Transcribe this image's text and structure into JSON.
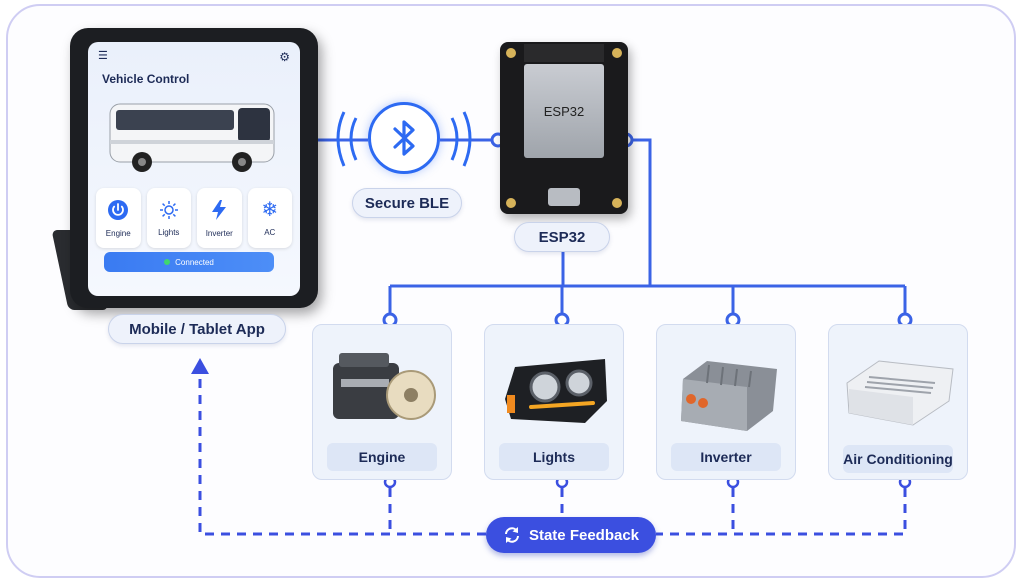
{
  "app": {
    "title": "Vehicle Control",
    "controls": [
      {
        "label": "Engine",
        "icon": "power-icon"
      },
      {
        "label": "Lights",
        "icon": "sun-icon"
      },
      {
        "label": "Inverter",
        "icon": "lightning-icon"
      },
      {
        "label": "AC",
        "icon": "snowflake-icon"
      }
    ],
    "status": "Connected"
  },
  "labels": {
    "app_caption": "Mobile / Tablet App",
    "link": "Secure BLE",
    "mcu": "ESP32",
    "mcu_chip": "ESP32"
  },
  "devices": [
    {
      "label": "Engine"
    },
    {
      "label": "Lights"
    },
    {
      "label": "Inverter"
    },
    {
      "label": "Air Conditioning"
    }
  ],
  "feedback": {
    "label": "State Feedback"
  },
  "colors": {
    "accent": "#2d6af2",
    "link": "#3b63e6",
    "feedback": "#3b4fe0",
    "connected": "#3fd66f"
  }
}
